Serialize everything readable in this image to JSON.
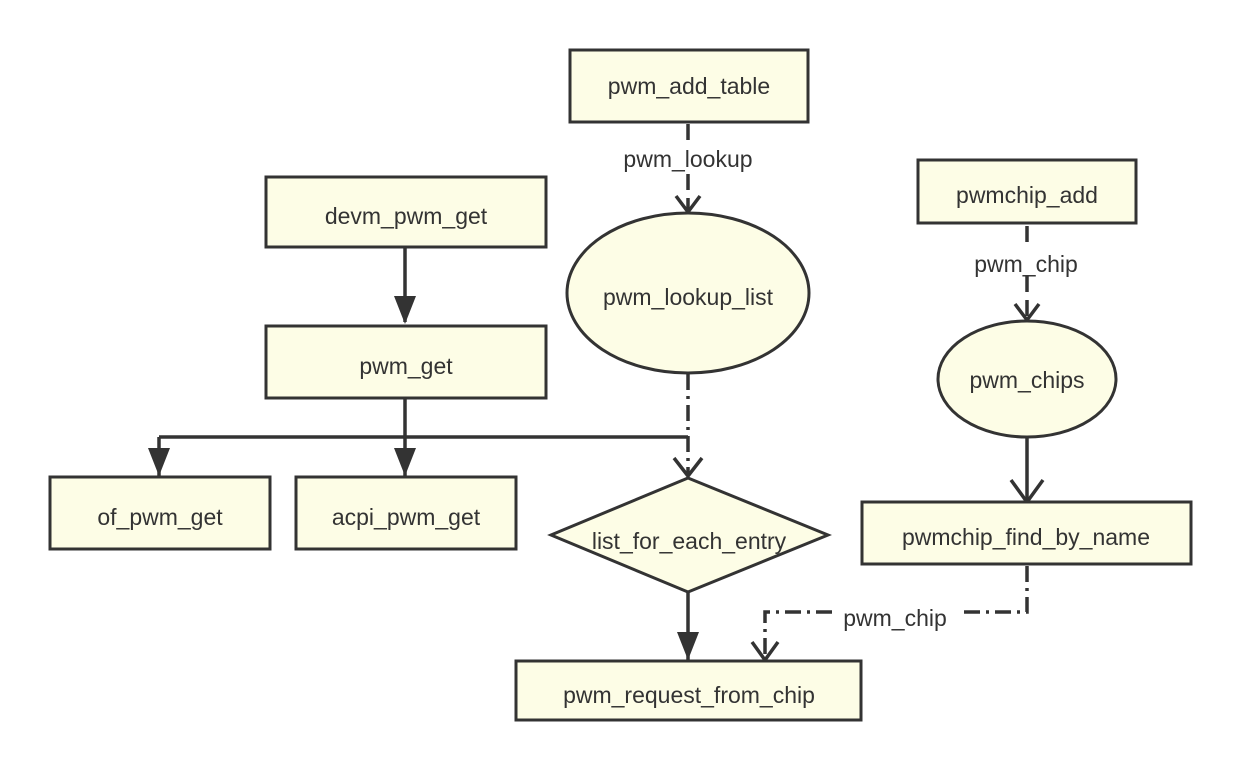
{
  "colors": {
    "node_fill": "#fdfde6",
    "stroke": "#333333",
    "background": "#ffffff"
  },
  "nodes": {
    "pwm_add_table": "pwm_add_table",
    "devm_pwm_get": "devm_pwm_get",
    "pwm_lookup_list": "pwm_lookup_list",
    "pwmchip_add": "pwmchip_add",
    "pwm_get": "pwm_get",
    "pwm_chips": "pwm_chips",
    "of_pwm_get": "of_pwm_get",
    "acpi_pwm_get": "acpi_pwm_get",
    "list_for_each_entry": "list_for_each_entry",
    "pwmchip_find_by_name": "pwmchip_find_by_name",
    "pwm_request_from_chip": "pwm_request_from_chip"
  },
  "edge_labels": {
    "add_table_to_lookup_list": "pwm_lookup",
    "pwmchip_add_to_chips": "pwm_chip",
    "find_by_name_to_request": "pwm_chip"
  }
}
